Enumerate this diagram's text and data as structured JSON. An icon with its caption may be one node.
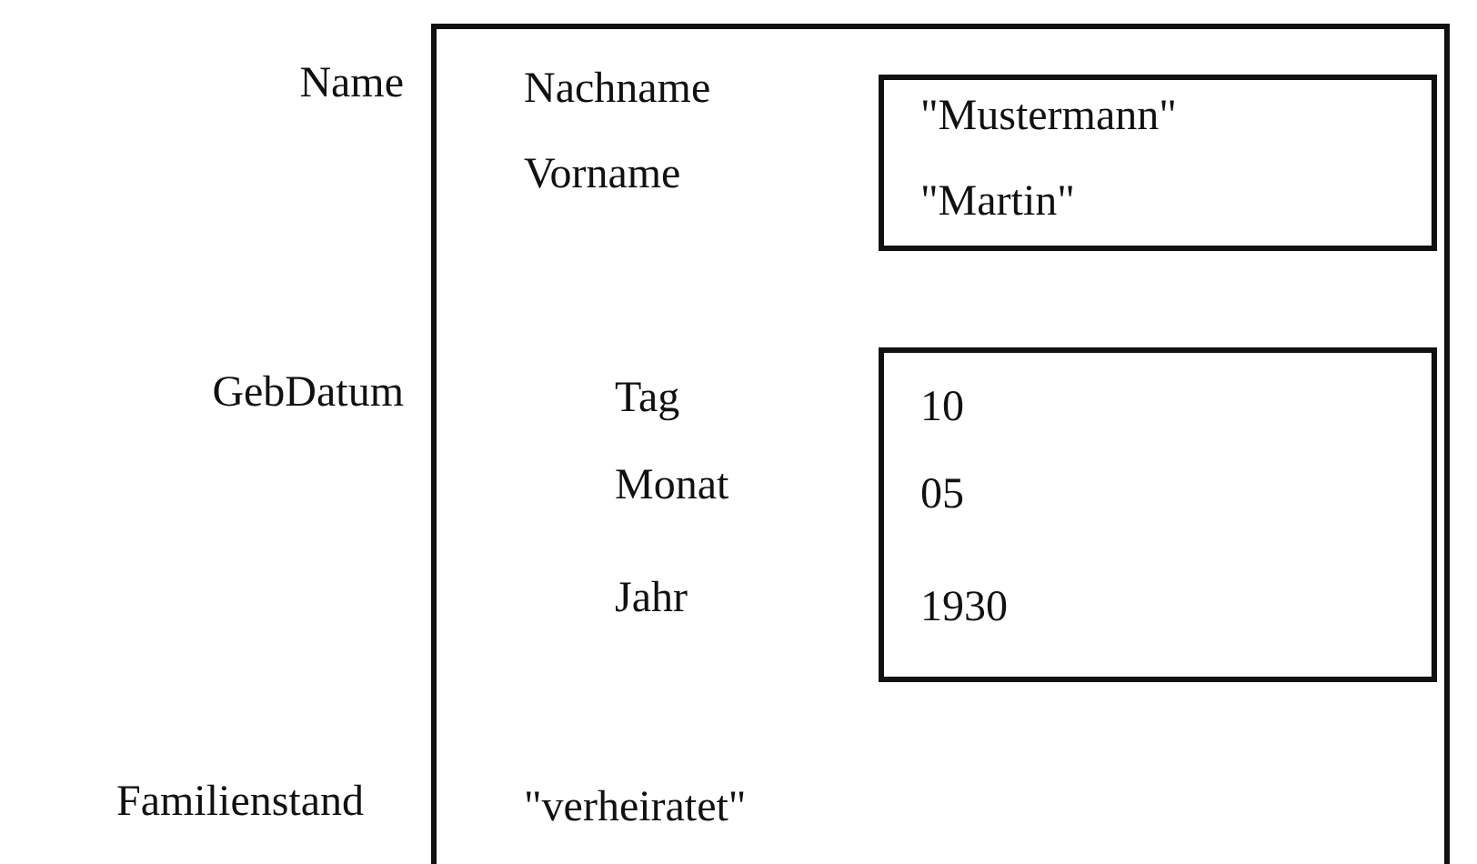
{
  "diagram": {
    "nodes": [
      {
        "text": [
          "Nachname",
          "Vorname",
          "Tag",
          "Monat",
          "Jahr",
          "\"verheiratet\""
        ]
      },
      {
        "text": [
          "\"Mustermann\"",
          "\"Martin\""
        ],
        "in": 0
      },
      {
        "text": [
          "10",
          "05",
          "1930"
        ],
        "in": 0
      }
    ],
    "labels": [
      "Name",
      "GebDatum",
      "Familienstand"
    ]
  }
}
